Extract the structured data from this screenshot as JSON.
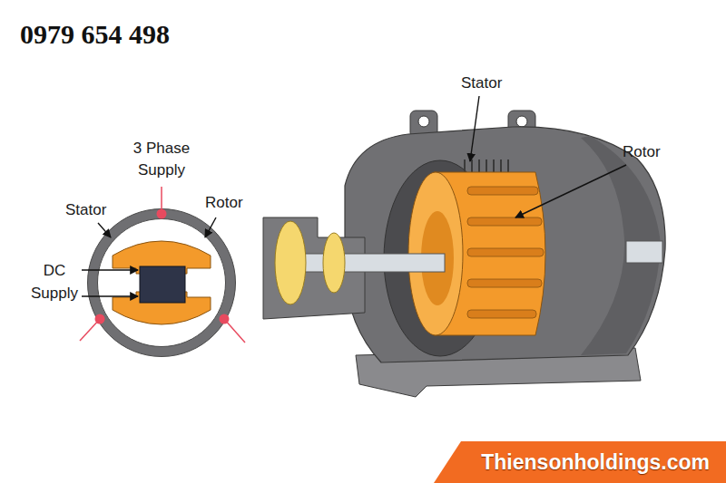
{
  "diagram": {
    "nodes": [
      {
        "text": [
          "Thiensonholdings.com"
        ]
      }
    ],
    "labels": [
      "0979 654 498",
      "3 Phase Supply",
      "Stator",
      "Rotor",
      "DC Supply",
      "Stator",
      "Rotor"
    ]
  }
}
